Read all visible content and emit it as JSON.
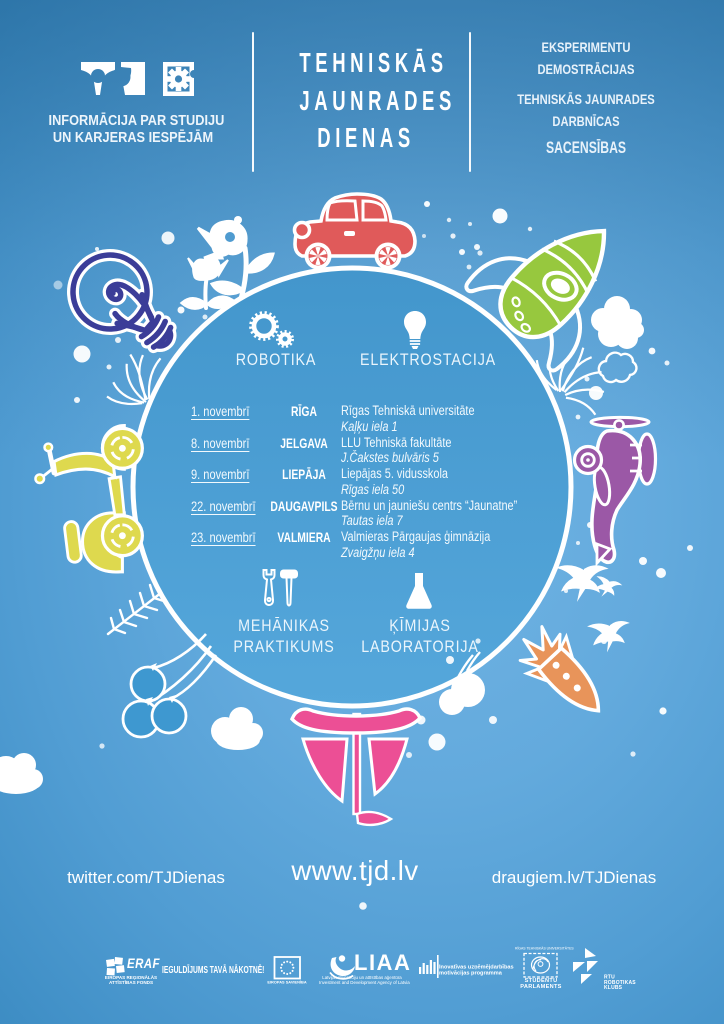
{
  "poster": {
    "logo": {
      "line1": "INFORMĀCIJA PAR STUDIJU",
      "line2": "UN KARJERAS IESPĒJĀM"
    },
    "title": {
      "line1": "TEHNISKĀS",
      "line2": "JAUNRADES",
      "line3": "DIENAS"
    },
    "activities": {
      "item1_line1": "EKSPERIMENTU",
      "item1_line2": "DEMOSTRĀCIJAS",
      "item2_line1": "TEHNISKĀS JAUNRADES",
      "item2_line2": "DARBNĪCAS",
      "item3": "SACENSĪBAS"
    },
    "sections": {
      "robotics": "ROBOTIKA",
      "power": "ELEKTROSTACIJA",
      "mechanics_line1": "MEHĀNIKAS",
      "mechanics_line2": "PRAKTIKUMS",
      "chemistry_line1": "ĶĪMIJAS",
      "chemistry_line2": "LABORATORIJA"
    },
    "schedule": {
      "rows": [
        {
          "date": "1. novembrī",
          "city": "RĪGA",
          "venue": "Rīgas Tehniskā universitāte",
          "address": "Kaļķu iela 1"
        },
        {
          "date": "8. novembrī",
          "city": "JELGAVA",
          "venue": "LLU Tehniskā fakultāte",
          "address": "J.Čakstes bulvāris 5"
        },
        {
          "date": "9. novembrī",
          "city": "LIEPĀJA",
          "venue": "Liepājas 5. vidusskola",
          "address": "Rīgas iela 50"
        },
        {
          "date": "22. novembrī",
          "city": "DAUGAVPILS",
          "venue": "Bērnu un jauniešu centrs “Jaunatne”",
          "address": "Tautas iela 7"
        },
        {
          "date": "23. novembrī",
          "city": "VALMIERA",
          "venue": "Valmieras Pārgaujas ģimnāzija",
          "address": "Zvaigžņu iela 4"
        }
      ]
    },
    "links": {
      "twitter": "twitter.com/TJDienas",
      "web": "www.tjd.lv",
      "draugiem": "draugiem.lv/TJDienas"
    },
    "footer": {
      "eraf_name": "ERAF",
      "eraf_sub1": "EIROPAS REĢIONĀLĀS",
      "eraf_sub2": "ATTĪSTĪBAS FONDS",
      "slogan": "IEGULDĪJUMS TAVĀ NĀKOTNĒ!",
      "eu_sub": "EIROPAS SAVIENĪBA",
      "liaa_name": "LIAA",
      "liaa_sub1": "Latvijas Investīciju un attīstības aģentūra",
      "liaa_sub2": "Investment and Development Agency of Latvia",
      "program_line1": "Inovatīvas uzņēmējdarbības",
      "program_line2": "motivācijas programma",
      "parliament_top": "RĪGAS TEHNISKĀS UNIVERSITĀTES",
      "parliament_line1": "STUDENTU",
      "parliament_line2": "PARLAMENTS",
      "club_line1": "RTU",
      "club_line2": "ROBOTIKAS",
      "club_line3": "KLUBS"
    },
    "colors": {
      "background_top": "#2a78ae",
      "background_light": "#6db0e1",
      "circle_fill": "#4a9dd4",
      "car_red": "#e05a5a",
      "rocket_green": "#97c83e",
      "plane_purple": "#9b58a6",
      "boat_pink": "#ec4f95",
      "scooter_yellow": "#ded94e",
      "orange_rocket": "#e8945a",
      "doodle_ink": "#3b3d98",
      "balloon_blue": "#3e98d0",
      "white": "#ffffff"
    }
  }
}
